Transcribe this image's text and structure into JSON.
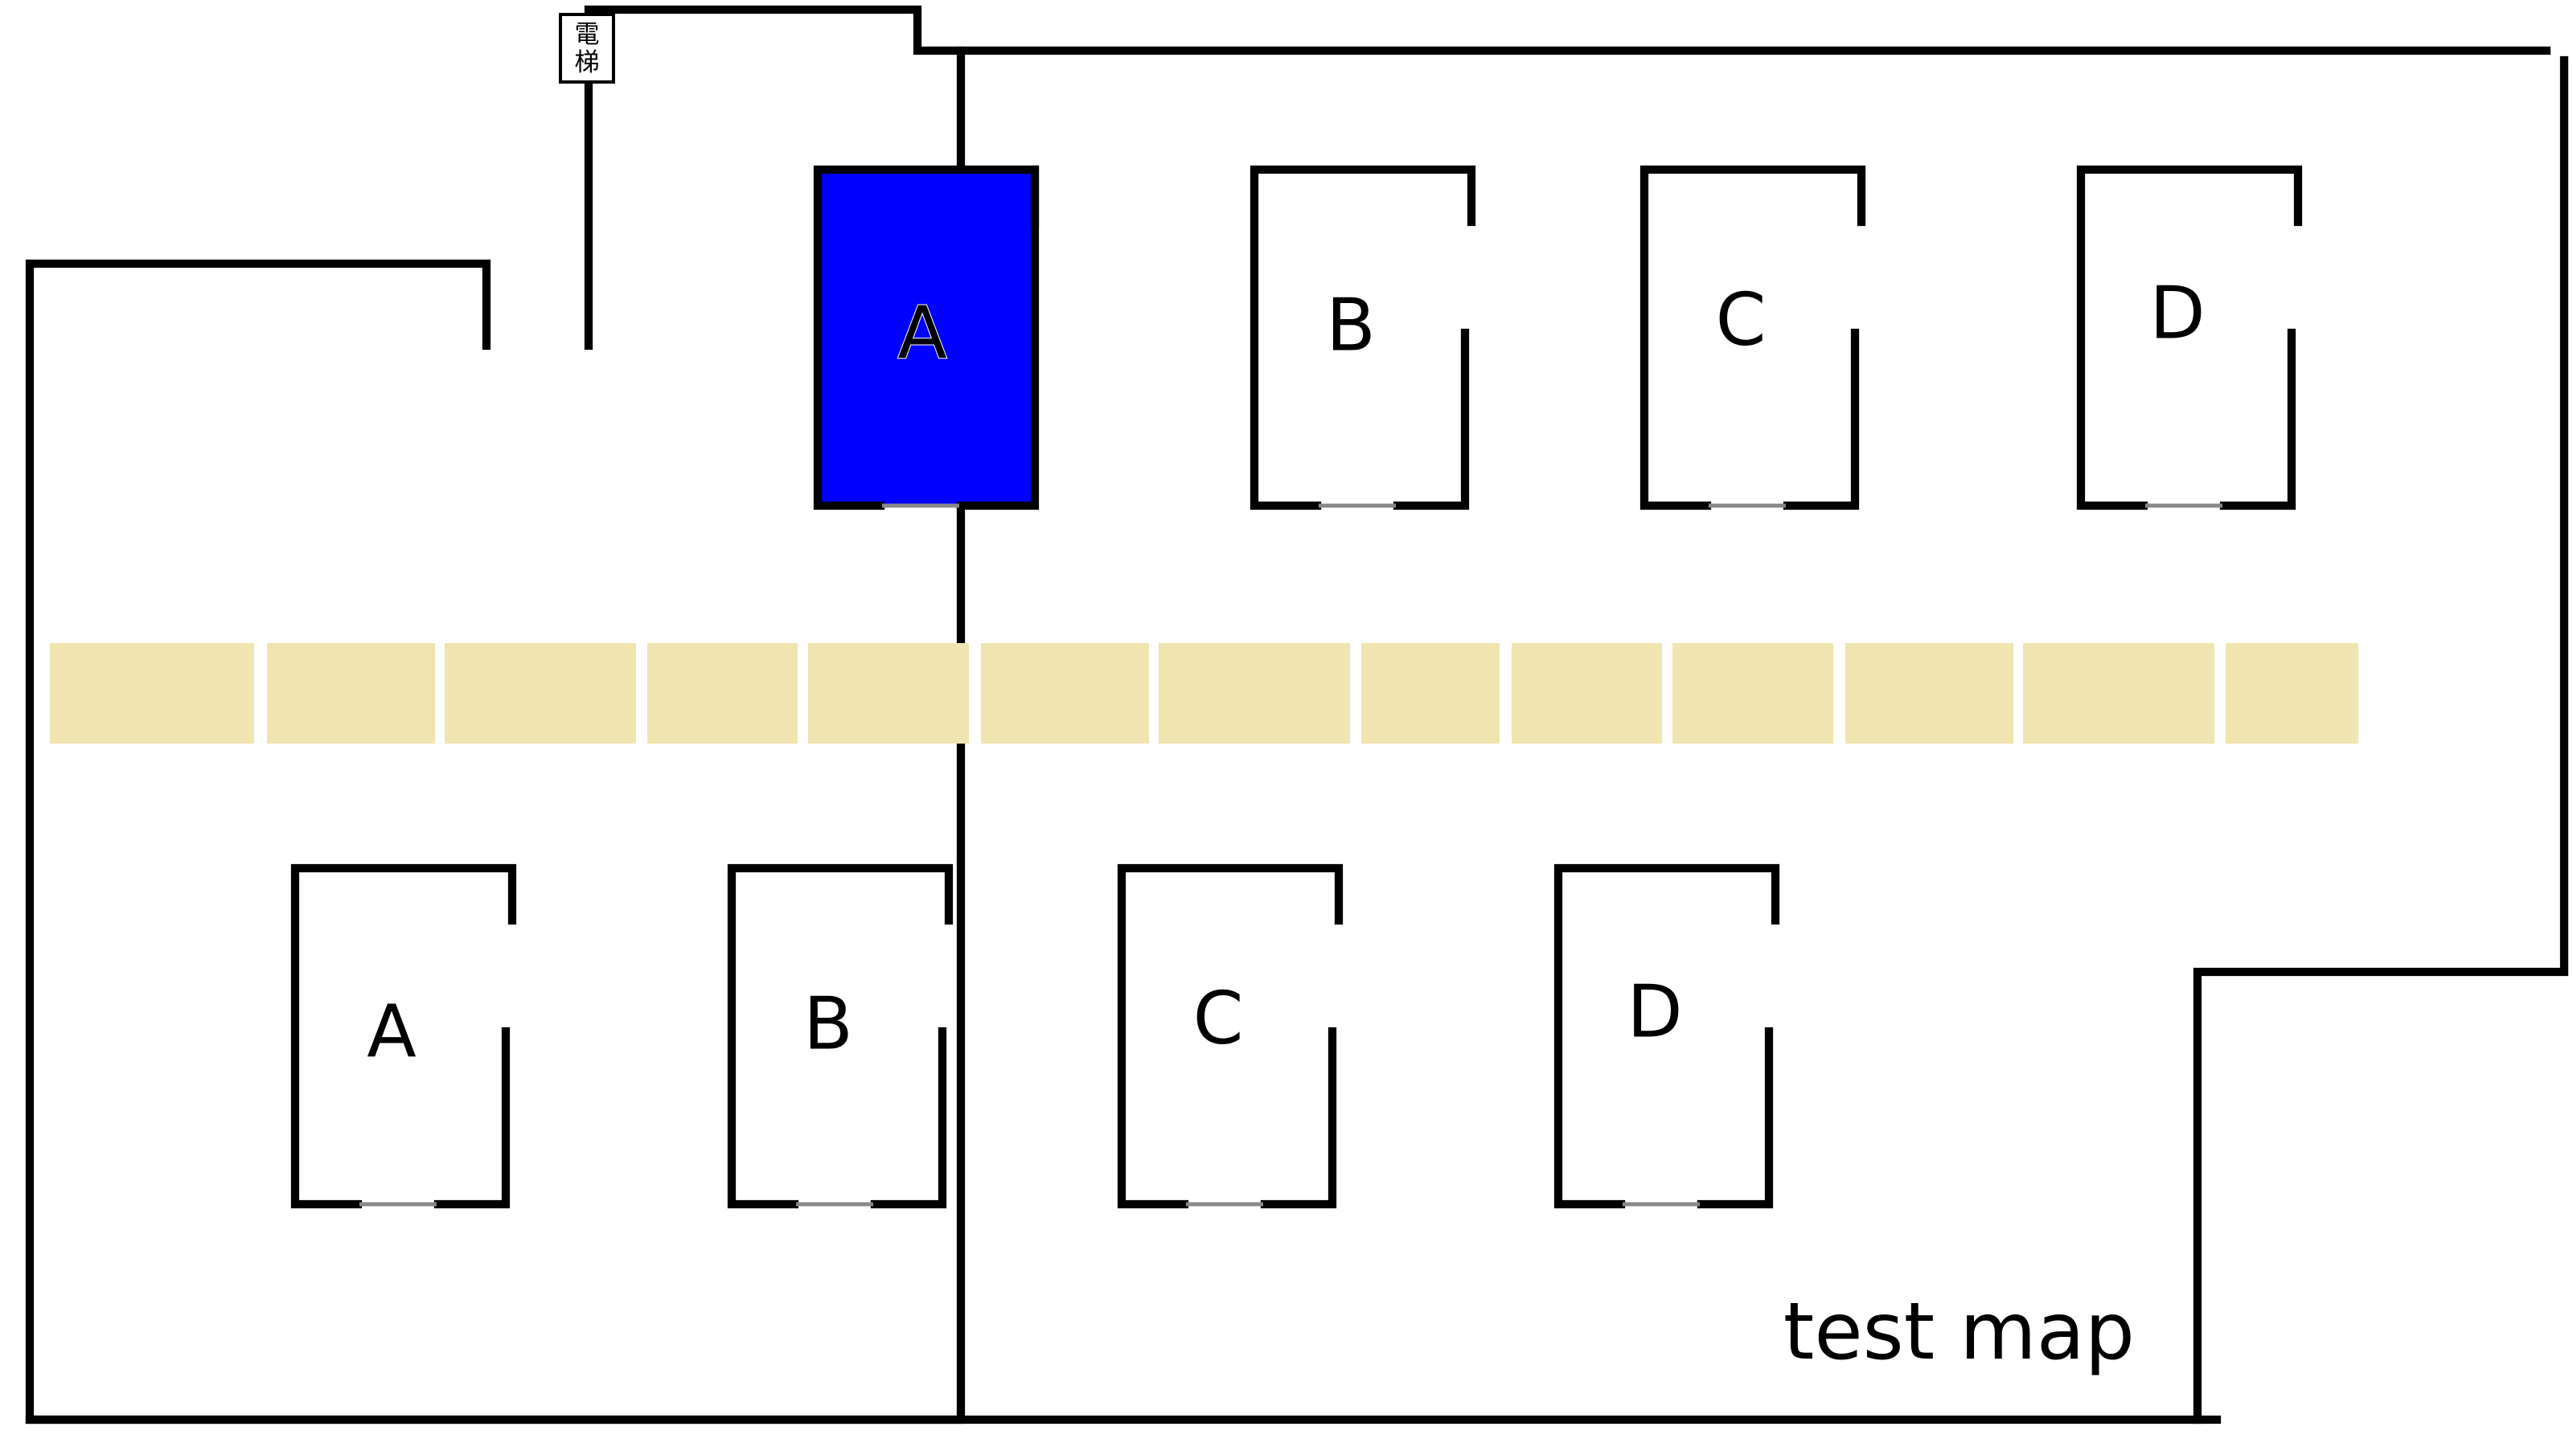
{
  "map": {
    "title": "test map"
  },
  "elevator": {
    "label_line1": "電",
    "label_line2": "梯"
  },
  "colors": {
    "wall": "#000000",
    "room_fill": "#ffffff",
    "room_selected_fill": "#0000ff",
    "door": "#888888",
    "door_selected": "#8a8ad0",
    "corridor": "#f0e4b0",
    "background": "#ffffff"
  },
  "rooms": [
    {
      "label": "A",
      "row": "upper",
      "selected": true
    },
    {
      "label": "B",
      "row": "upper",
      "selected": false
    },
    {
      "label": "C",
      "row": "upper",
      "selected": false
    },
    {
      "label": "D",
      "row": "upper",
      "selected": false
    },
    {
      "label": "A",
      "row": "lower",
      "selected": false
    },
    {
      "label": "B",
      "row": "lower",
      "selected": false
    },
    {
      "label": "C",
      "row": "lower",
      "selected": false
    },
    {
      "label": "D",
      "row": "lower",
      "selected": false
    }
  ],
  "corridor": {
    "tile_count": 13
  }
}
